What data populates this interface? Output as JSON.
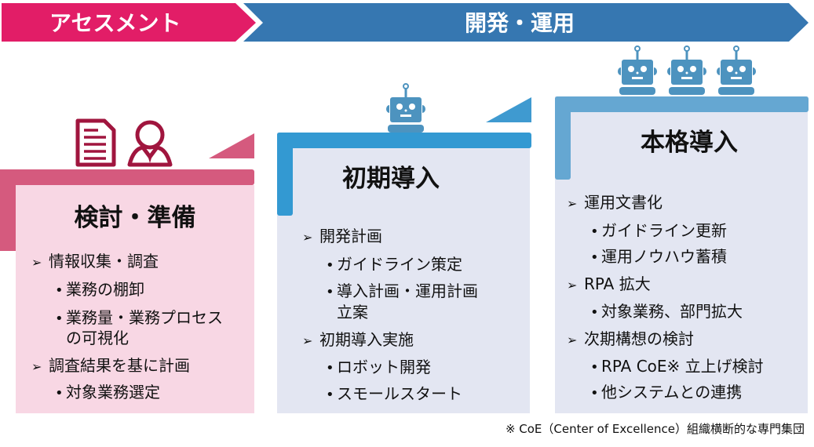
{
  "banner": {
    "assessment": "アセスメント",
    "development": "開発・運用"
  },
  "colors": {
    "pink": "#e21d67",
    "blue": "#3677b1",
    "box1_bar": "#d55a7e",
    "box1_bg": "#f8d7e4",
    "box2_bar": "#3399d2",
    "box3_bar": "#65a7d2",
    "box_bg": "#e3e6f2",
    "icon_red": "#a0153e",
    "robot": "#4d93bf"
  },
  "boxes": [
    {
      "title": "検討・準備",
      "items": [
        {
          "type": "main",
          "text": "情報収集・調査"
        },
        {
          "type": "sub",
          "text": "業務の棚卸"
        },
        {
          "type": "sub",
          "text": "業務量・業務プロセス"
        },
        {
          "type": "cont",
          "text": "の可視化"
        },
        {
          "type": "main",
          "text": "調査結果を基に計画"
        },
        {
          "type": "sub",
          "text": "対象業務選定"
        }
      ]
    },
    {
      "title": "初期導入",
      "items": [
        {
          "type": "main",
          "text": "開発計画"
        },
        {
          "type": "sub",
          "text": "ガイドライン策定"
        },
        {
          "type": "sub",
          "text": "導入計画・運用計画"
        },
        {
          "type": "cont",
          "text": "立案"
        },
        {
          "type": "main",
          "text": "初期導入実施"
        },
        {
          "type": "sub",
          "text": "ロボット開発"
        },
        {
          "type": "sub",
          "text": "スモールスタート"
        }
      ]
    },
    {
      "title": "本格導入",
      "items": [
        {
          "type": "main",
          "text": "運用文書化"
        },
        {
          "type": "sub",
          "text": "ガイドライン更新"
        },
        {
          "type": "sub",
          "text": "運用ノウハウ蓄積"
        },
        {
          "type": "main",
          "text": "RPA 拡大"
        },
        {
          "type": "sub",
          "text": "対象業務、部門拡大"
        },
        {
          "type": "main",
          "text": "次期構想の検討"
        },
        {
          "type": "sub",
          "text": "RPA CoE※ 立上げ検討"
        },
        {
          "type": "sub",
          "text": "他システムとの連携"
        }
      ]
    }
  ],
  "footnote": "※ CoE（Center of Excellence）組織横断的な専門集団"
}
